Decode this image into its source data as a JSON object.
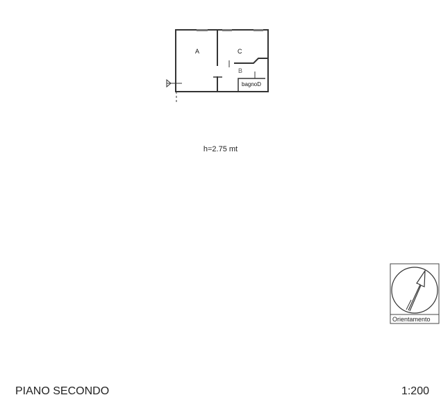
{
  "plan": {
    "rooms": [
      {
        "label": "A"
      },
      {
        "label": "C"
      },
      {
        "label": "B"
      },
      {
        "label": "bagnoD"
      }
    ],
    "height_note": "h=2.75 mt"
  },
  "compass": {
    "label": "Orientamento"
  },
  "footer": {
    "title": "PIANO SECONDO",
    "scale": "1:200"
  }
}
